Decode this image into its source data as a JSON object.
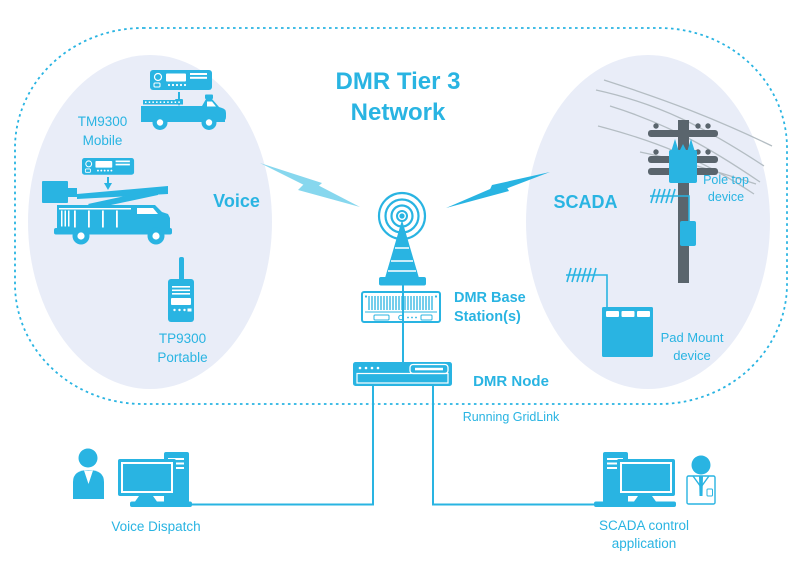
{
  "colors": {
    "accent": "#29b4e2",
    "accent_light": "#87d7ee",
    "ellipse_fill": "#e9edf8",
    "pole_gray": "#5a656d",
    "wire_gray": "#b4bdc3",
    "white": "#ffffff"
  },
  "title": "DMR Tier 3\nNetwork",
  "voice_zone": {
    "label": "Voice",
    "mobile_label": "TM9300\nMobile",
    "portable_label": "TP9300\nPortable"
  },
  "scada_zone": {
    "label": "SCADA",
    "pole_top_label": "Pole top\ndevice",
    "pad_mount_label": "Pad Mount\ndevice"
  },
  "core": {
    "base_station_label": "DMR Base\nStation(s)",
    "node_label": "DMR Node",
    "node_sublabel": "Running GridLink"
  },
  "endpoints": {
    "voice_dispatch_label": "Voice Dispatch",
    "scada_app_label": "SCADA control\napplication"
  }
}
